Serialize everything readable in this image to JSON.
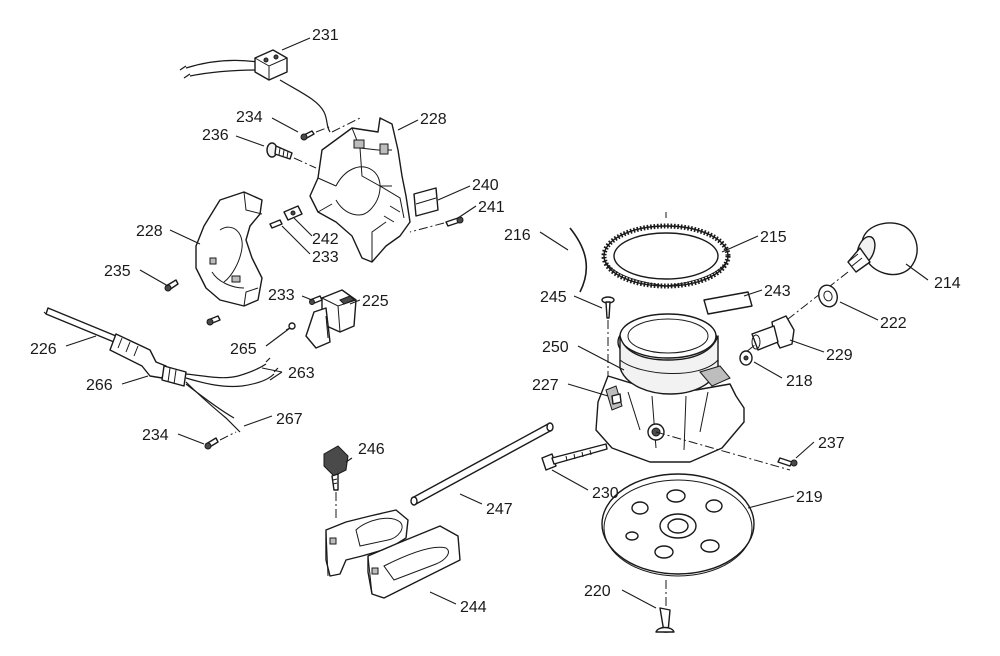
{
  "callouts": [
    {
      "id": "c231",
      "text": "231"
    },
    {
      "id": "c234a",
      "text": "234"
    },
    {
      "id": "c228a",
      "text": "228"
    },
    {
      "id": "c236",
      "text": "236"
    },
    {
      "id": "c240",
      "text": "240"
    },
    {
      "id": "c241",
      "text": "241"
    },
    {
      "id": "c242",
      "text": "242"
    },
    {
      "id": "c233a",
      "text": "233"
    },
    {
      "id": "c228b",
      "text": "228"
    },
    {
      "id": "c235",
      "text": "235"
    },
    {
      "id": "c233b",
      "text": "233"
    },
    {
      "id": "c225",
      "text": "225"
    },
    {
      "id": "c265",
      "text": "265"
    },
    {
      "id": "c226",
      "text": "226"
    },
    {
      "id": "c266",
      "text": "266"
    },
    {
      "id": "c263",
      "text": "263"
    },
    {
      "id": "c234b",
      "text": "234"
    },
    {
      "id": "c267",
      "text": "267"
    },
    {
      "id": "c216",
      "text": "216"
    },
    {
      "id": "c215",
      "text": "215"
    },
    {
      "id": "c214",
      "text": "214"
    },
    {
      "id": "c243",
      "text": "243"
    },
    {
      "id": "c245",
      "text": "245"
    },
    {
      "id": "c222",
      "text": "222"
    },
    {
      "id": "c250",
      "text": "250"
    },
    {
      "id": "c229",
      "text": "229"
    },
    {
      "id": "c218",
      "text": "218"
    },
    {
      "id": "c227",
      "text": "227"
    },
    {
      "id": "c237",
      "text": "237"
    },
    {
      "id": "c246",
      "text": "246"
    },
    {
      "id": "c230",
      "text": "230"
    },
    {
      "id": "c219",
      "text": "219"
    },
    {
      "id": "c247",
      "text": "247"
    },
    {
      "id": "c220",
      "text": "220"
    },
    {
      "id": "c244",
      "text": "244"
    }
  ]
}
